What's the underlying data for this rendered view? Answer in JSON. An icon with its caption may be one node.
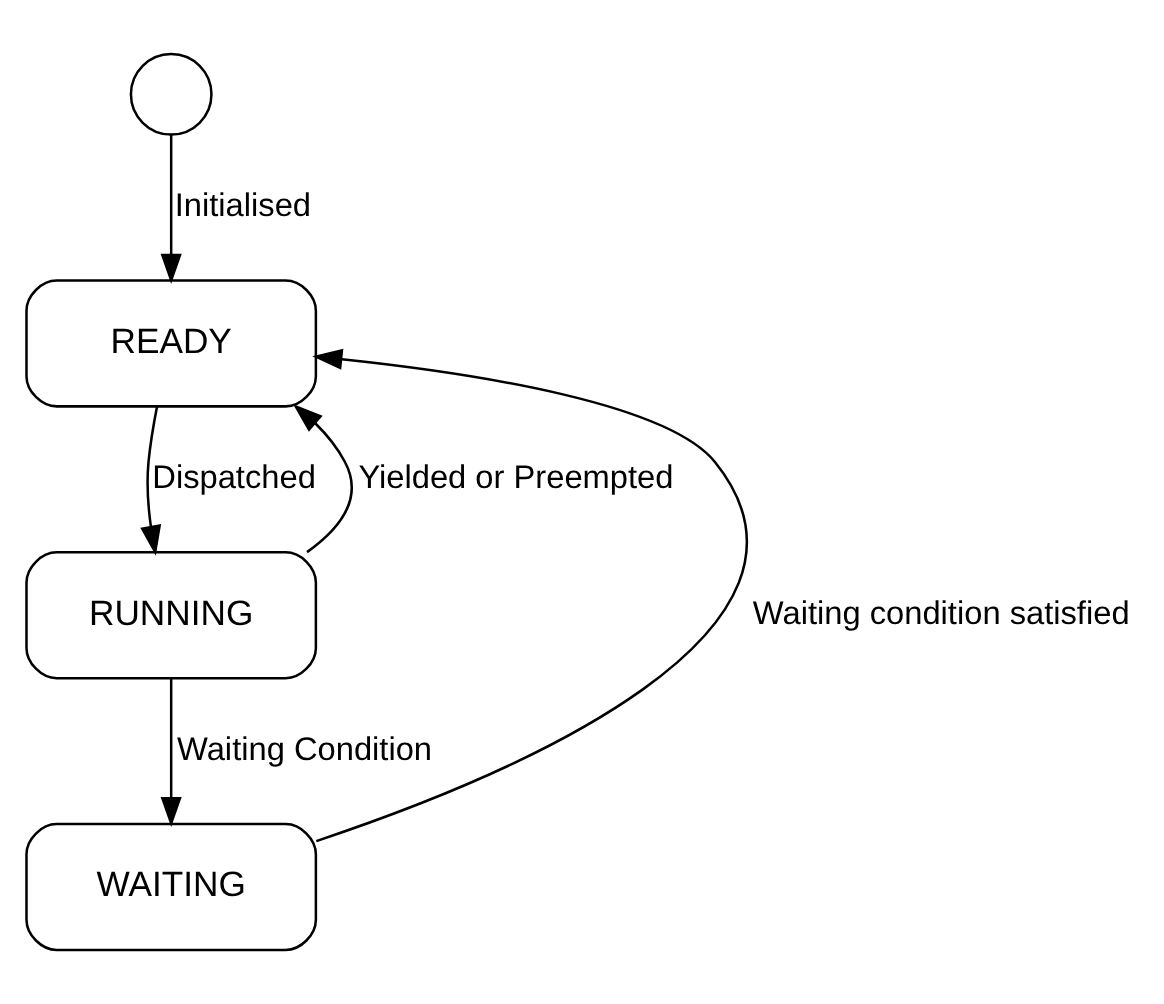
{
  "diagram": {
    "nodes": [
      {
        "text": [],
        "shape": "circle"
      },
      {
        "text": [
          "READY"
        ]
      },
      {
        "text": [
          "RUNNING"
        ]
      },
      {
        "text": [
          "WAITING"
        ]
      }
    ],
    "edges": [
      {
        "from": 0,
        "to": 1,
        "arrow": "to",
        "label": "Initialised"
      },
      {
        "from": 1,
        "to": 2,
        "arrow": "to",
        "label": "Dispatched"
      },
      {
        "from": 2,
        "to": 1,
        "arrow": "to",
        "label": "Yielded or Preempted"
      },
      {
        "from": 2,
        "to": 3,
        "arrow": "to",
        "label": "Waiting Condition"
      },
      {
        "from": 3,
        "to": 1,
        "arrow": "to",
        "label": "Waiting condition satisfied"
      }
    ]
  }
}
